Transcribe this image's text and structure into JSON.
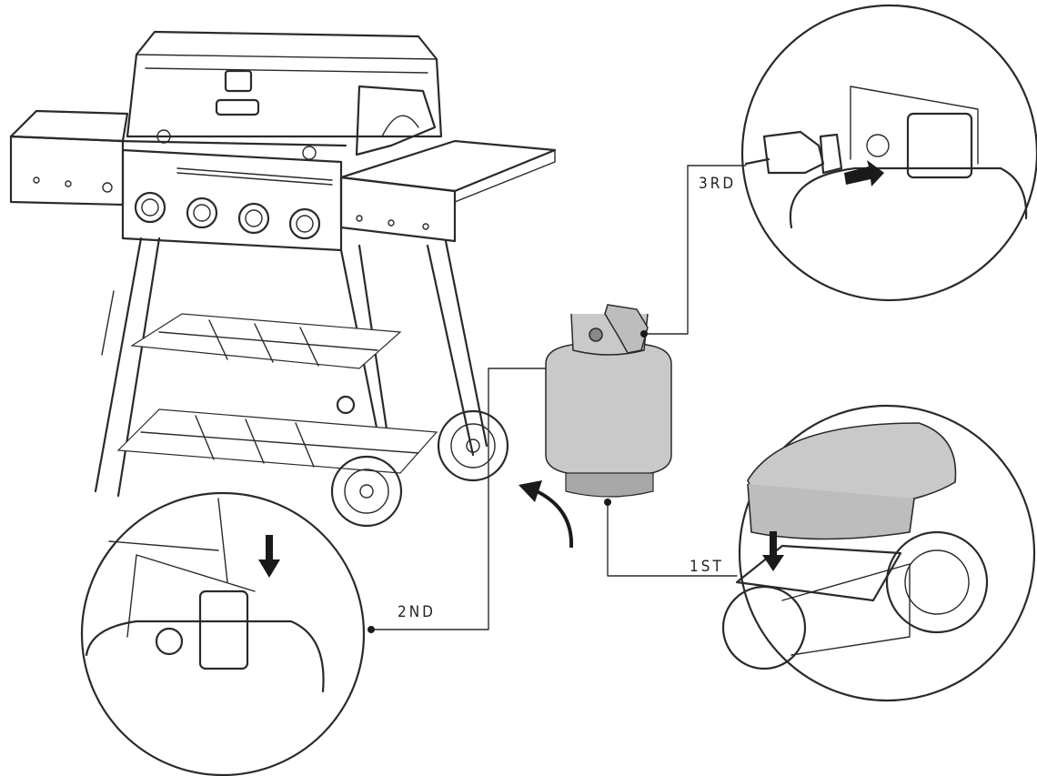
{
  "steps": [
    {
      "label": "1ST"
    },
    {
      "label": "2ND"
    },
    {
      "label": "3RD"
    }
  ],
  "colors": {
    "line": "#2a2a2a",
    "tank_fill": "#c9c9c9",
    "tank_shadow": "#a8a8a8",
    "arrow": "#1a1a1a"
  },
  "icons": [
    "gas-grill-illustration",
    "propane-tank-icon",
    "rotate-arrow-icon",
    "down-arrow-icon",
    "right-arrow-icon"
  ]
}
